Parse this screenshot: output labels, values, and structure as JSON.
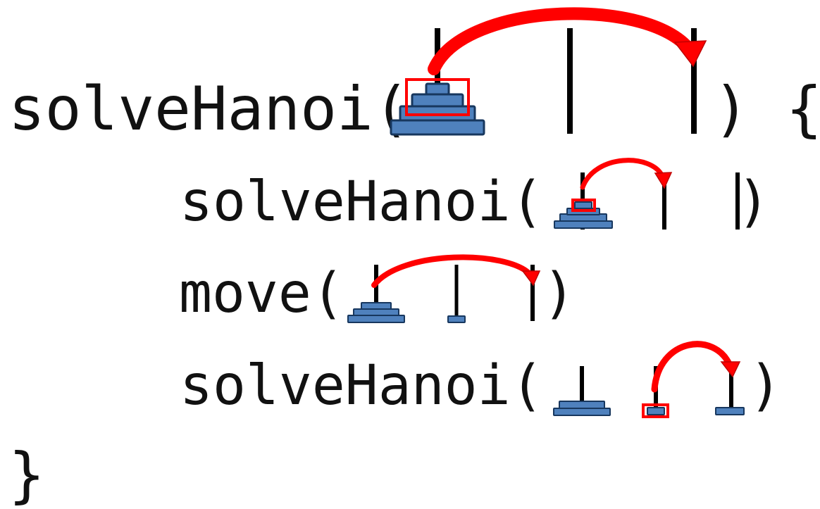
{
  "code": {
    "line1_prefix": "solveHanoi(",
    "line1_suffix": ") {",
    "line2_prefix": "solveHanoi(",
    "line2_suffix": ")",
    "line3_prefix": "move(",
    "line3_suffix": ")",
    "line4_prefix": "solveHanoi(",
    "line4_suffix": ")",
    "close_brace": "}"
  },
  "colors": {
    "disk_fill": "#4f81bd",
    "disk_stroke": "#17375e",
    "highlight": "#ff0000",
    "rod": "#000000",
    "text": "#111111"
  },
  "diagram": {
    "type": "tower-of-hanoi-recursion",
    "steps": [
      {
        "call": "solveHanoi",
        "from_tower": 1,
        "to_tower": 3,
        "highlighted_disks": 3
      },
      {
        "call": "solveHanoi",
        "from_tower": 1,
        "to_tower": 2,
        "highlighted_disks": 1
      },
      {
        "call": "move",
        "from_tower": 1,
        "to_tower": 3,
        "highlighted_disks": 0
      },
      {
        "call": "solveHanoi",
        "from_tower": 2,
        "to_tower": 3,
        "highlighted_disks": 1
      }
    ]
  }
}
